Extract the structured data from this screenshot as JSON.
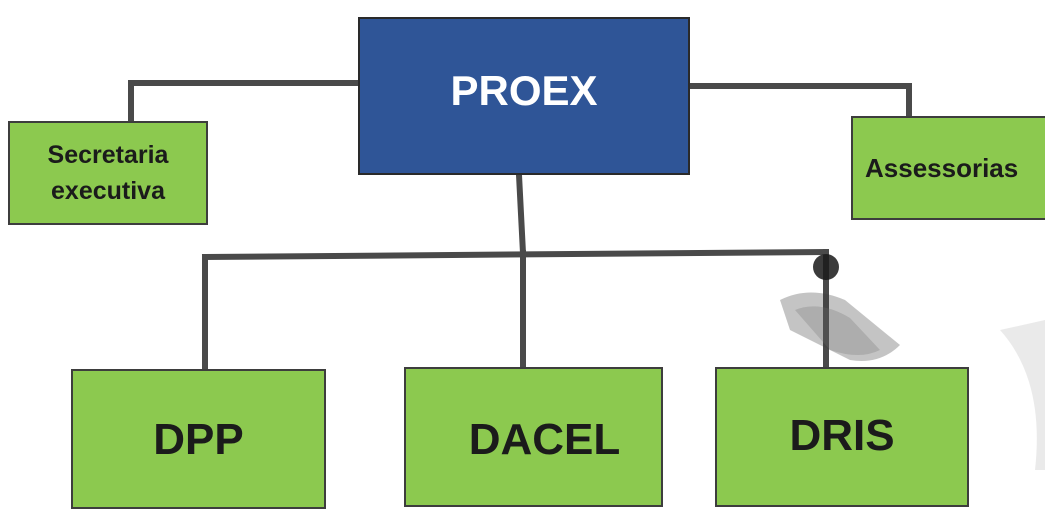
{
  "diagram": {
    "root": {
      "label": "PROEX",
      "color": "#2f5597"
    },
    "side_nodes": [
      {
        "label": "Secretaria\nexecutiva",
        "color": "#8cc94f"
      },
      {
        "label": "Assessorias",
        "color": "#8cc94f"
      }
    ],
    "child_nodes": [
      {
        "label": "DPP",
        "color": "#8cc94f"
      },
      {
        "label": "DACEL",
        "color": "#8cc94f"
      },
      {
        "label": "DRIS",
        "color": "#8cc94f"
      }
    ],
    "edges": [
      {
        "from": "PROEX",
        "to": "Secretaria executiva"
      },
      {
        "from": "PROEX",
        "to": "Assessorias"
      },
      {
        "from": "PROEX",
        "to": "DPP"
      },
      {
        "from": "PROEX",
        "to": "DACEL"
      },
      {
        "from": "PROEX",
        "to": "DRIS"
      }
    ],
    "connector_color": "#4a4a4a"
  }
}
